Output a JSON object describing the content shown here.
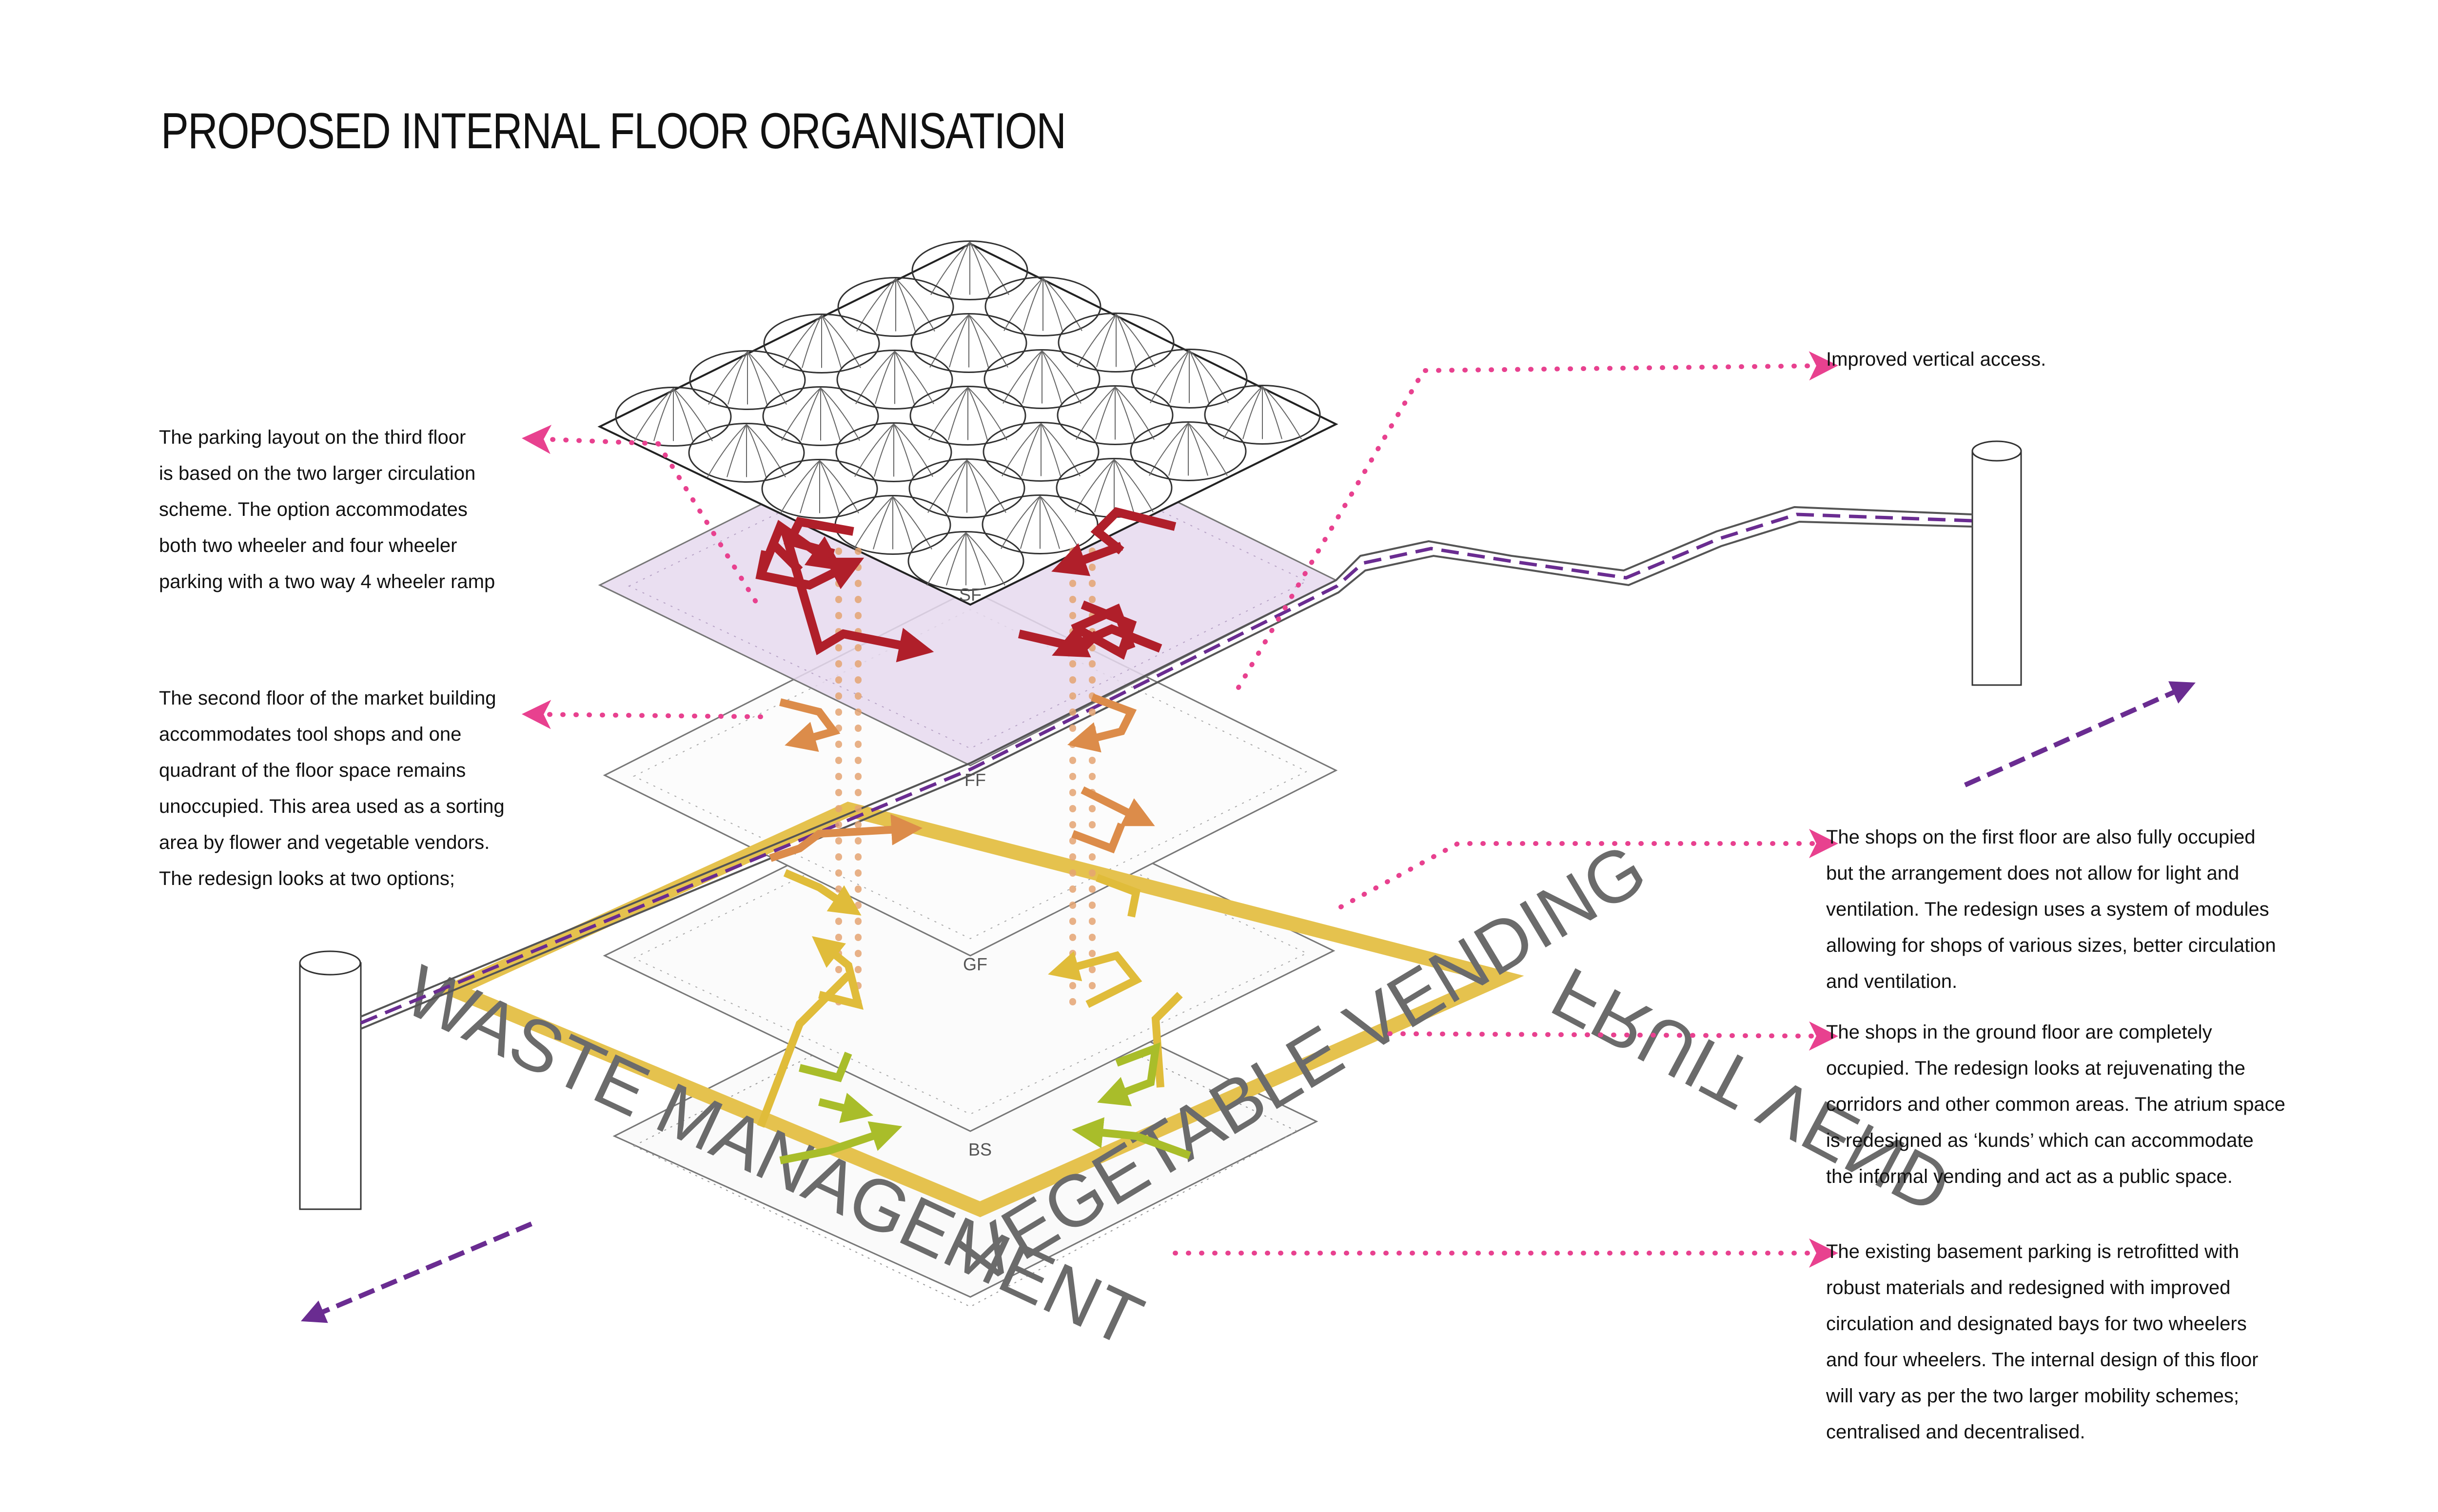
{
  "title": "PROPOSED INTERNAL FLOOR ORGANISATION",
  "notes": {
    "parking": "The parking layout on the third floor\nis based on the two larger circulation\nscheme. The option accommodates\nboth two wheeler and four wheeler\nparking with a two way 4 wheeler ramp",
    "second_floor": "The second floor of the market building\naccommodates tool shops and one\nquadrant of the floor space remains\nunoccupied. This  area used as a sorting\narea by flower and vegetable vendors.\nThe redesign looks at two options;",
    "vertical": "Improved vertical access.",
    "first_floor": "The shops on the first floor are also fully occupied\nbut the arrangement does not allow for light and\nventilation. The redesign uses a system of modules\nallowing for shops of various sizes, better circulation\nand ventilation.",
    "ground_floor": "The shops in the ground floor are completely\noccupied. The redesign looks at rejuvenating the\ncorridors and other common areas. The atrium space\nis redesigned as ‘kunds’  which can accommodate\nthe informal vending and act as a public space.",
    "basement": "The existing basement parking is retrofitted with\nrobust materials and redesigned with improved\ncirculation and designated bays for two wheelers\nand four wheelers. The internal  design of this floor\nwill vary as per the two larger mobility schemes;\ncentralised and decentralised."
  },
  "floors": {
    "sf": "SF",
    "ff": "FF",
    "gf": "GF",
    "bs": "BS"
  },
  "zones": {
    "waste": "WASTE MANAGEMENT",
    "vegetable": "VEGETABLE VENDING",
    "fruit": "FRUIT VEND"
  },
  "colors": {
    "pointer": "#e8418f",
    "purple": "#6a2c91",
    "sf_fill": "#e6d9ef",
    "red_arrow": "#b01f2a",
    "orange_arrow": "#dc8c4a",
    "yellow_arrow": "#e0bc3a",
    "green_arrow": "#a9bd2a",
    "zone_yellow": "#e5c24e"
  }
}
